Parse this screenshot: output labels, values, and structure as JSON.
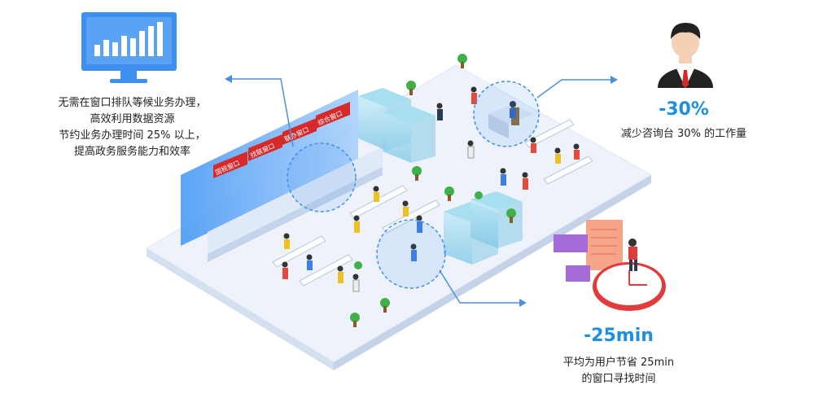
{
  "colors": {
    "accent": "#1d8fe0",
    "floor": "#eef3fb",
    "window_red": "#d62a2a",
    "screen": "#3d8ff0"
  },
  "left_callout": {
    "icon": "monitor-chart-icon",
    "lines": [
      "无需在窗口排队等候业务办理，",
      "高效利用数据资源",
      "节约业务办理时间 25% 以上，",
      "提高政务服务能力和效率"
    ]
  },
  "top_right_callout": {
    "icon": "consultant-avatar-icon",
    "value": "-30%",
    "caption": "减少咨询台 30% 的工作量"
  },
  "bottom_right_callout": {
    "icon": "clock-task-icon",
    "value": "-25min",
    "lines": [
      "平均为用户节省 25min",
      "的窗口寻找时间"
    ]
  },
  "hall": {
    "window_signs": [
      "国税窗口",
      "找联窗口",
      "联办窗口",
      "综合窗口"
    ]
  }
}
